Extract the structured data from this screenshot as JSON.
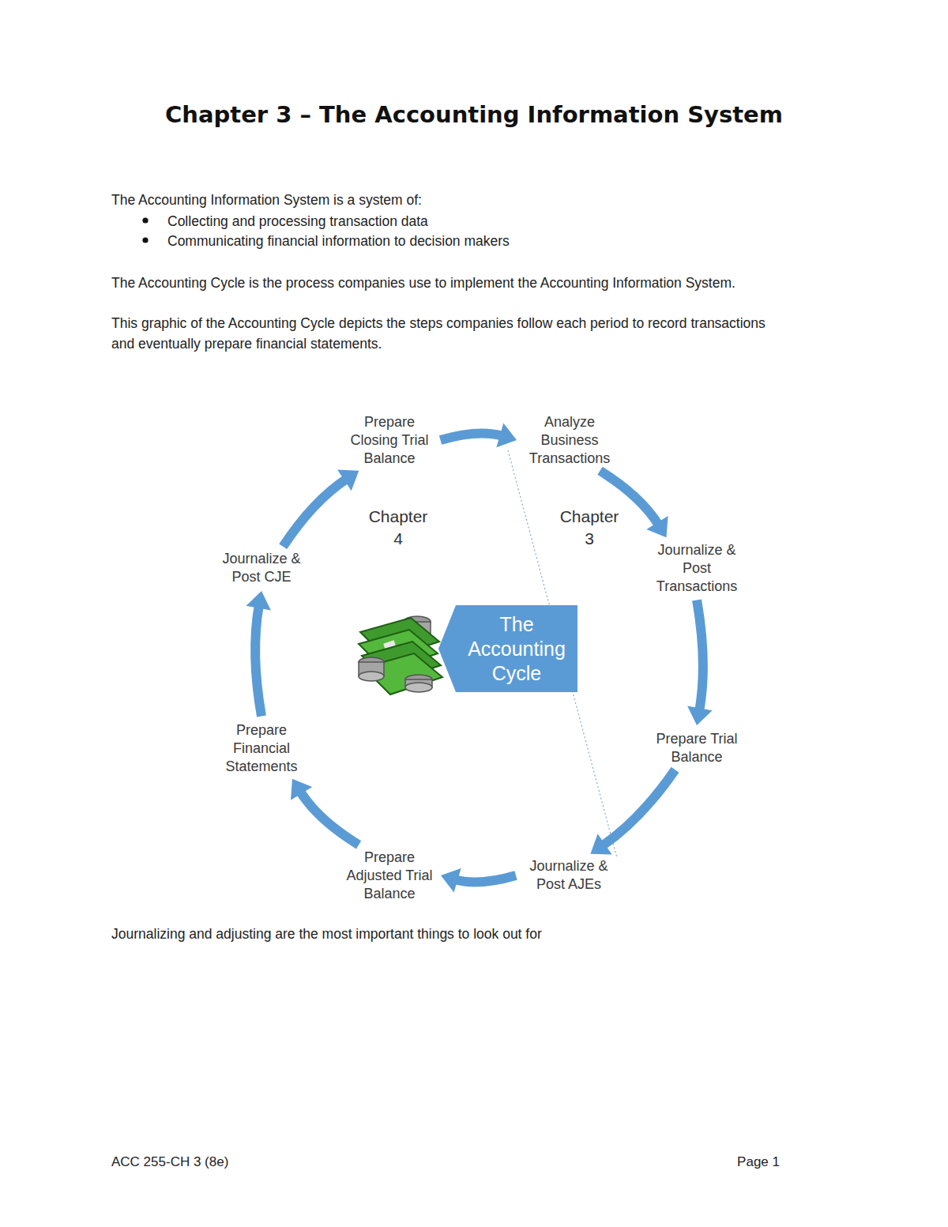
{
  "diagram": {
    "title": "Chapter 3 – The Accounting Information System",
    "nodes": [
      {
        "text": [
          "Analyze Business Transactions"
        ]
      },
      {
        "text": [
          "Journalize & Post Transactions"
        ]
      },
      {
        "text": [
          "Prepare Trial Balance"
        ]
      },
      {
        "text": [
          "Journalize & Post AJEs"
        ]
      },
      {
        "text": [
          "Prepare Adjusted Trial Balance"
        ]
      },
      {
        "text": [
          "Prepare Financial Statements"
        ]
      },
      {
        "text": [
          "Journalize & Post CJE"
        ]
      },
      {
        "text": [
          "Prepare Closing Trial Balance"
        ]
      },
      {
        "text": [
          "The Accounting Cycle"
        ]
      }
    ],
    "edges": [
      {
        "from": 0,
        "to": 1,
        "arrow": "to"
      },
      {
        "from": 1,
        "to": 2,
        "arrow": "to"
      },
      {
        "from": 2,
        "to": 3,
        "arrow": "to"
      },
      {
        "from": 3,
        "to": 4,
        "arrow": "to"
      },
      {
        "from": 4,
        "to": 5,
        "arrow": "to"
      },
      {
        "from": 5,
        "to": 6,
        "arrow": "to"
      },
      {
        "from": 6,
        "to": 7,
        "arrow": "to"
      },
      {
        "from": 7,
        "to": 0,
        "arrow": "to"
      }
    ],
    "labels": [
      "The Accounting Information System is a system of:",
      "Collecting and processing transaction data",
      "Communicating financial information to decision makers",
      "The Accounting Cycle is the process companies use to implement the Accounting Information System.",
      "This graphic of the Accounting Cycle depicts the steps companies follow each period to record transactions and eventually prepare financial statements.",
      "Chapter 4",
      "Chapter 3",
      "Journalizing and adjusting are the most important things to look out for",
      "ACC 255-CH 3 (8e)",
      "Page 1"
    ]
  }
}
